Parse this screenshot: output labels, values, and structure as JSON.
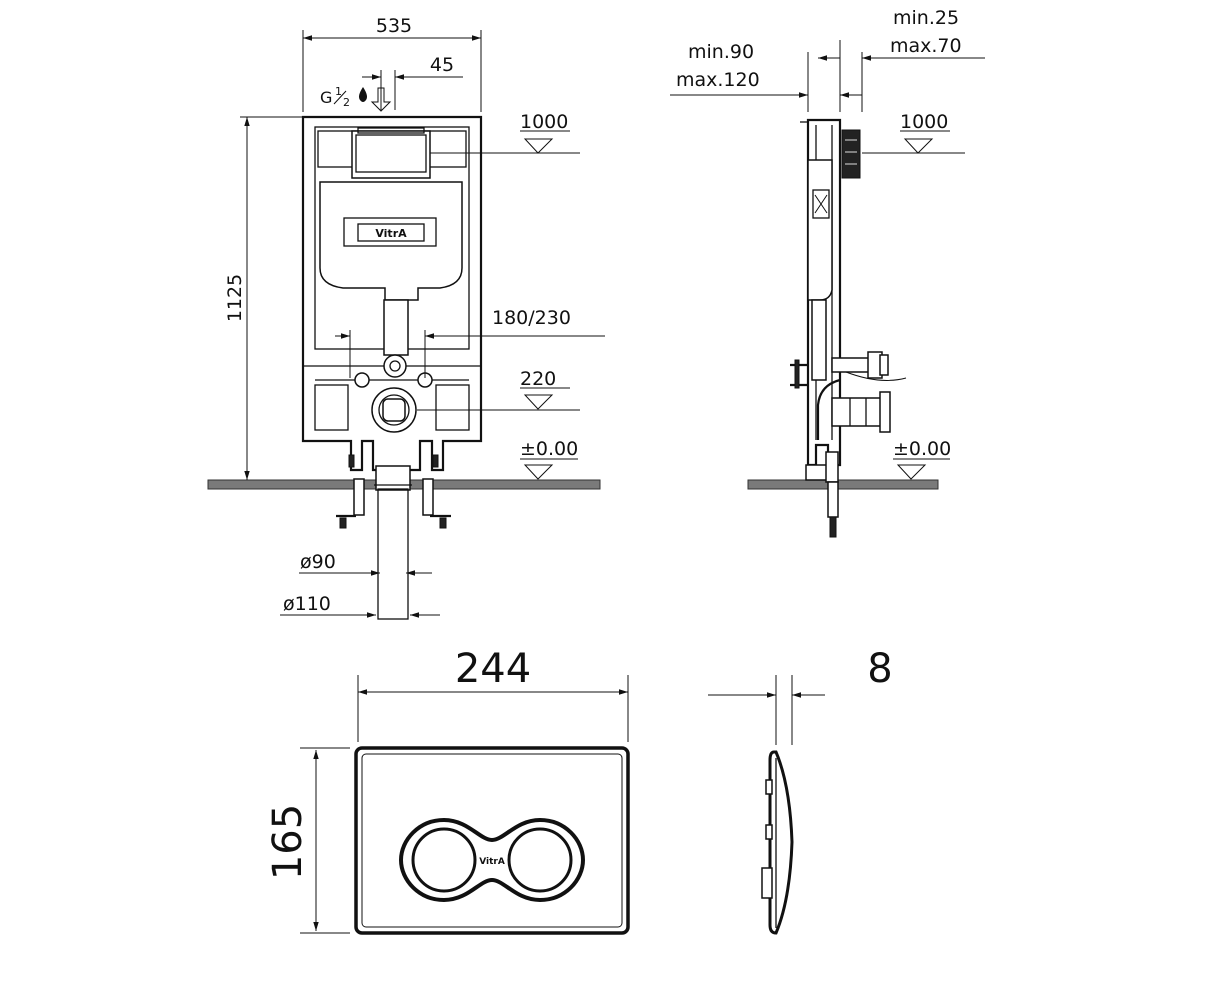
{
  "front_view": {
    "width_label": "535",
    "offset_label": "45",
    "inlet_g": "G",
    "inlet_frac_num": "1",
    "inlet_frac_den": "2",
    "height_label": "1125",
    "level_top": "1000",
    "spacing_label": "180/230",
    "level_220": "220",
    "level_zero": "±0.00",
    "pipe_90": "ø90",
    "pipe_110": "ø110",
    "logo_text": "VitrA"
  },
  "side_view": {
    "depth_min": "min.90",
    "depth_max": "max.120",
    "wall_min": "min.25",
    "wall_max": "max.70",
    "level_top": "1000",
    "level_zero": "±0.00"
  },
  "plate_front": {
    "width_label": "244",
    "height_label": "165",
    "logo_text": "VitrA"
  },
  "plate_side": {
    "thickness_label": "8"
  }
}
